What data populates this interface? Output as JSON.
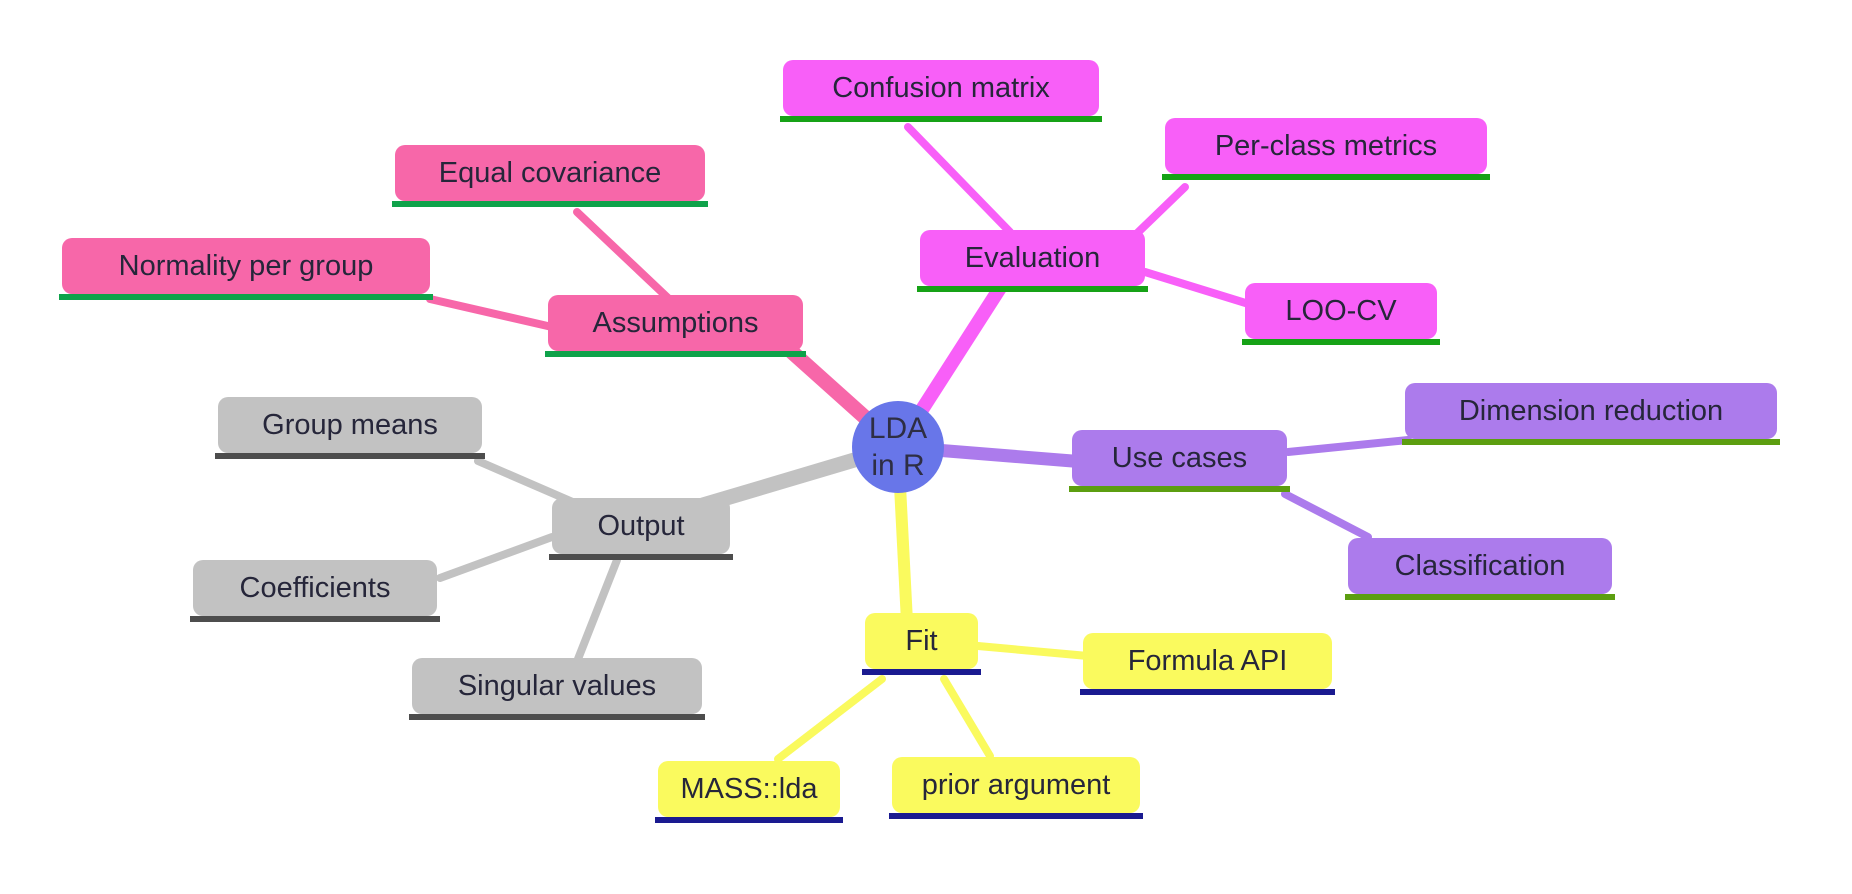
{
  "canvas": {
    "background": "#FFFFFF"
  },
  "center_node": {
    "line1": "LDA",
    "line2": "in R",
    "fill": "#6876E9",
    "text_color": "#2E2E44"
  },
  "branches": [
    {
      "label": "Assumptions",
      "fill": "#F767A9",
      "underline": "#0FA24A",
      "children": [
        {
          "label": "Equal covariance"
        },
        {
          "label": "Normality per group"
        }
      ]
    },
    {
      "label": "Evaluation",
      "fill": "#F85FF8",
      "underline": "#16A216",
      "children": [
        {
          "label": "Confusion matrix"
        },
        {
          "label": "Per-class metrics"
        },
        {
          "label": "LOO-CV"
        }
      ]
    },
    {
      "label": "Use cases",
      "fill": "#AC7BEC",
      "underline": "#5C9E10",
      "children": [
        {
          "label": "Dimension reduction"
        },
        {
          "label": "Classification"
        }
      ]
    },
    {
      "label": "Fit",
      "fill": "#FAFA5E",
      "underline": "#1A1A90",
      "children": [
        {
          "label": "Formula API"
        },
        {
          "label": "MASS::lda"
        },
        {
          "label": "prior argument"
        }
      ]
    },
    {
      "label": "Output",
      "fill": "#C2C2C2",
      "underline": "#4D4D4D",
      "children": [
        {
          "label": "Group means"
        },
        {
          "label": "Coefficients"
        },
        {
          "label": "Singular values"
        }
      ]
    }
  ]
}
